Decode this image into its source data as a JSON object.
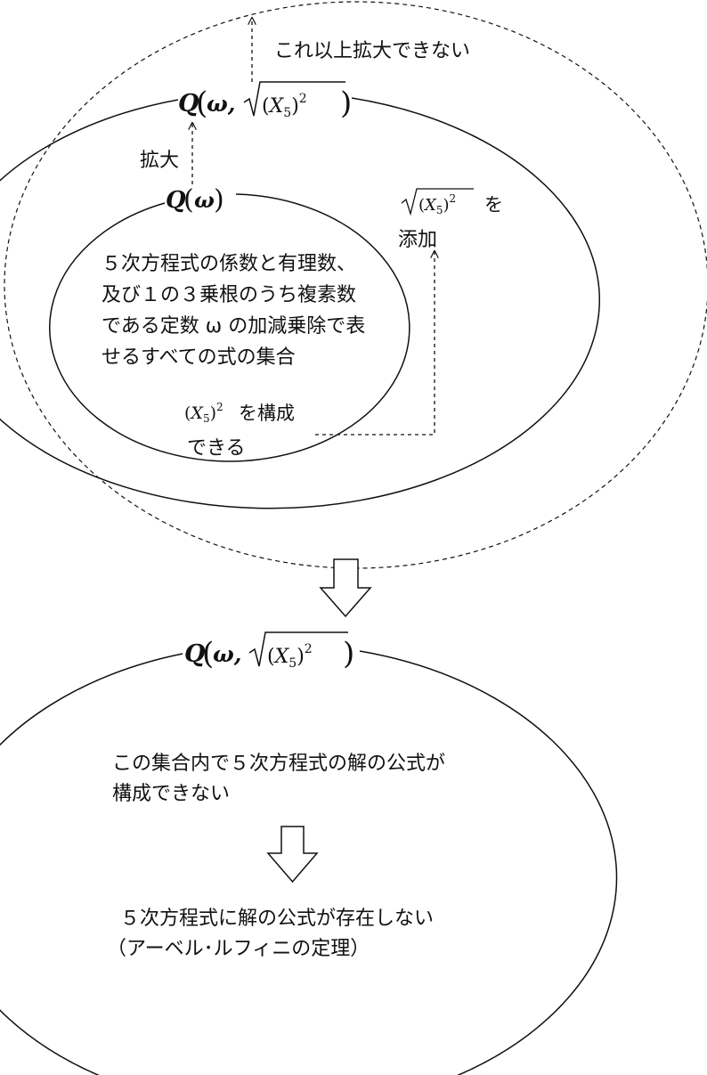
{
  "top_diagram": {
    "outer_label": {
      "prefix": "Q",
      "args_pre": "ω,",
      "radicand": "(X5)2"
    },
    "inner_label": {
      "prefix": "Q",
      "args": "ω"
    },
    "expand_no_more": "これ以上拡大できない",
    "expand": "拡大",
    "adjoin": {
      "radicand": "(X5)2",
      "suffix": "を",
      "line2": "添加"
    },
    "inner_set_text": [
      "５次方程式の係数と有理数、",
      "及び１の３乗根のうち複素数",
      "である定数 ω の加減乗除で表",
      "せるすべての式の集合"
    ],
    "constructible": {
      "expr": "(X5)2",
      "line1_suffix": "を構成",
      "line2": "できる"
    }
  },
  "bottom_diagram": {
    "label": {
      "prefix": "Q",
      "args_pre": "ω,",
      "radicand": "(X5)2"
    },
    "text_1": [
      "この集合内で５次方程式の解の公式が",
      "構成できない"
    ],
    "text_2": [
      "５次方程式に解の公式が存在しない",
      "（アーベル･ルフィニの定理）"
    ]
  }
}
